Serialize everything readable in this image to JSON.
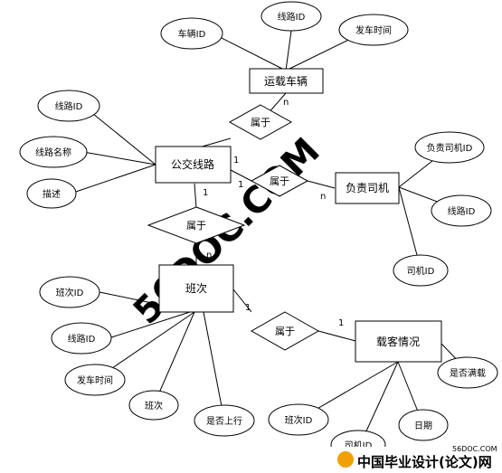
{
  "entities": {
    "vehicle": "运载车辆",
    "route": "公交线路",
    "driver": "负责司机",
    "trip": "班次",
    "passenger": "载客情况"
  },
  "relationships": {
    "r_route_vehicle": "属于",
    "r_route_driver": "属于",
    "r_route_trip": "属于",
    "r_trip_passenger": "属于"
  },
  "attributes": {
    "vehicle_id": "车辆ID",
    "vehicle_route_id": "线路ID",
    "vehicle_depart_time": "发车时间",
    "route_route_id": "线路ID",
    "route_name": "线路名称",
    "route_desc": "描述",
    "driver_driver_id": "负责司机ID",
    "driver_route_id": "线路ID",
    "driver_id": "司机ID",
    "trip_trip_id": "班次ID",
    "trip_route_id": "线路ID",
    "trip_depart_time": "发车时间",
    "trip_trip": "班次",
    "trip_upbound": "是否上行",
    "pass_trip_id": "班次ID",
    "pass_driver_id": "司机ID",
    "pass_date": "日期",
    "pass_full": "是否满载"
  },
  "cardinalities": {
    "vehicle_n": "n",
    "route_to_vehicle": "1",
    "route_to_driver": "1",
    "driver_n": "n",
    "route_to_trip": "1",
    "trip_n": "n",
    "trip_to_pass": "1",
    "pass_1": "1"
  },
  "watermark": "56DOC.COM",
  "logo": {
    "site": "56DOC.COM",
    "title": "中国毕业设计(论文)网"
  }
}
